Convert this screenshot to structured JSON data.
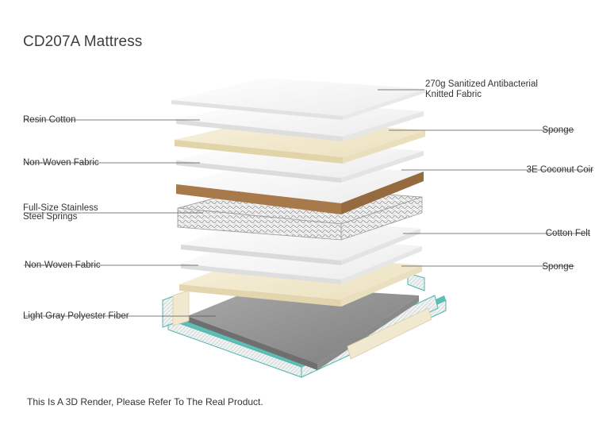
{
  "title": "CD207A Mattress",
  "labels_left": [
    {
      "id": "resin-cotton",
      "text": "Resin Cotton"
    },
    {
      "id": "non-woven-fabric-top",
      "text": "Non-Woven Fabric"
    },
    {
      "id": "steel-springs",
      "line1": "Full-Size Stainless",
      "line2": "Steel Springs"
    },
    {
      "id": "non-woven-fabric-bottom",
      "text": "Non-Woven Fabric"
    },
    {
      "id": "polyester-fiber",
      "text": "Light Gray Polyester Fiber"
    }
  ],
  "labels_right": [
    {
      "id": "knitted-fabric",
      "line1": "270g Sanitized Antibacterial",
      "line2": "Knitted Fabric"
    },
    {
      "id": "sponge-top",
      "text": "Sponge"
    },
    {
      "id": "coconut-coir",
      "text": "3E Coconut Coir"
    },
    {
      "id": "cotton-felt",
      "text": "Cotton Felt"
    },
    {
      "id": "sponge-bottom",
      "text": "Sponge"
    }
  ],
  "footnote": "This Is A 3D Render, Please Refer To The Real Product.",
  "colors": {
    "fabric": "#f4f4f4",
    "sponge": "#f1e9cf",
    "coir": "#a87a4b",
    "fiber": "#8e8e8e",
    "frame_edge": "#4db6ac",
    "leader_line": "#555555"
  }
}
